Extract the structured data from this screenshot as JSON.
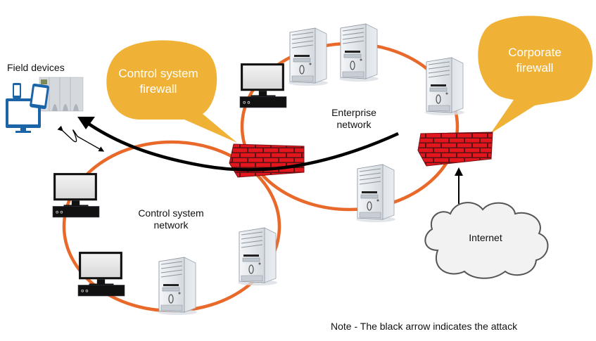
{
  "title": "Attack path from enterprise network to field devices",
  "labels": {
    "field_devices": "Field devices",
    "enterprise_network": [
      "Enterprise",
      "network"
    ],
    "control_network": [
      "Control system",
      "network"
    ],
    "internet": "Internet",
    "note": "Note - The black arrow indicates the attack"
  },
  "callouts": {
    "control_firewall": [
      "Control system",
      "firewall"
    ],
    "corporate_firewall": [
      "Corporate",
      "firewall"
    ]
  },
  "icons": {
    "server": "server-tower-icon",
    "workstation": "desktop-workstation-icon",
    "firewall": "brick-firewall-icon",
    "cloud": "cloud-icon",
    "field_devices": "field-devices-icon",
    "wireless": "wireless-link-icon"
  },
  "colors": {
    "ring": "#e8692a",
    "callout": "#efb236",
    "brick": "#d8141b",
    "attack_arrow": "#000000",
    "cloud_fill": "#f2f2f2",
    "device_blue": "#1c64a8"
  }
}
